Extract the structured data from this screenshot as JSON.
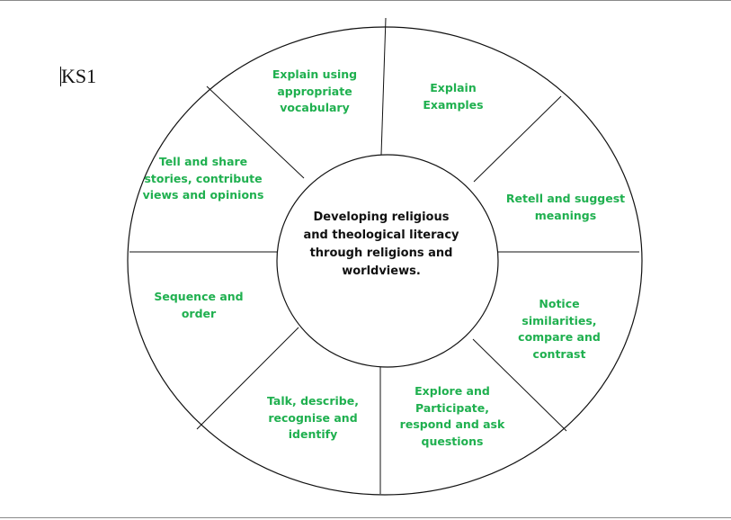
{
  "document": {
    "label": "KS1"
  },
  "diagram": {
    "center": "Developing religious and theological literacy through religions and worldviews.",
    "segments": [
      {
        "text": "Explain using appropriate vocabulary"
      },
      {
        "text": "Explain Examples"
      },
      {
        "text": "Retell and suggest meanings"
      },
      {
        "text": "Notice similarities, compare and contrast"
      },
      {
        "text": "Explore and Participate, respond and ask questions"
      },
      {
        "text": "Talk, describe, recognise and identify"
      },
      {
        "text": "Sequence and order"
      },
      {
        "text": "Tell and share stories, contribute views and opinions"
      }
    ],
    "colors": {
      "segment_text": "#1fb04f",
      "center_text": "#111111",
      "lines": "#111111"
    }
  }
}
